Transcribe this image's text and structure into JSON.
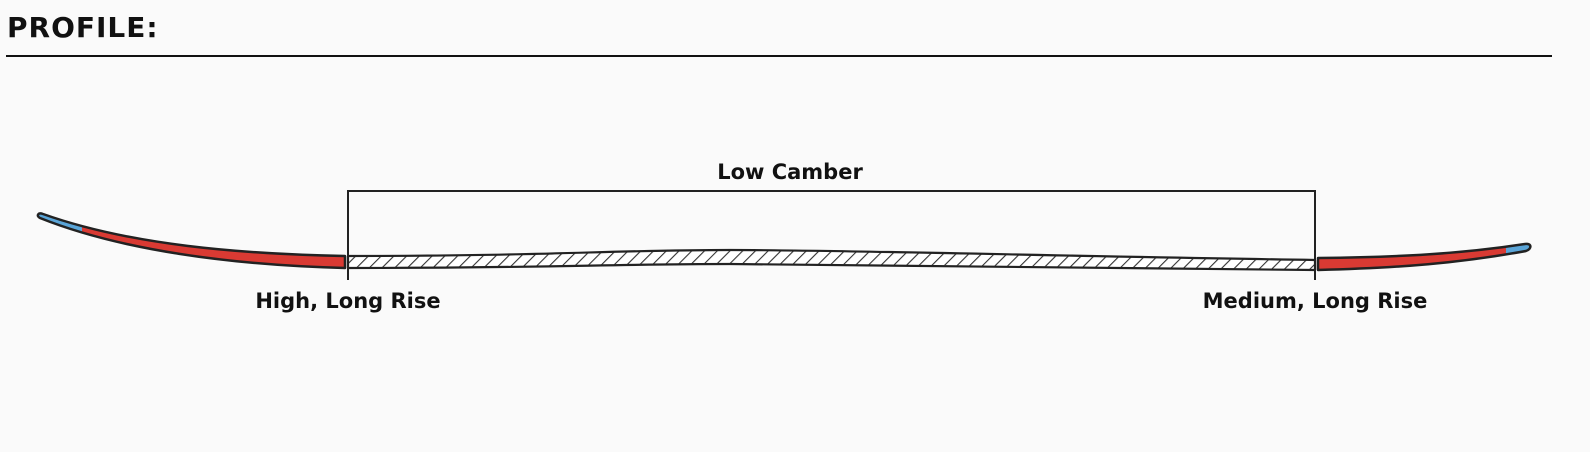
{
  "header": {
    "title": "PROFILE:"
  },
  "profile": {
    "center_zone_label": "Low Camber",
    "tail_label": "High, Long Rise",
    "nose_label": "Medium, Long Rise"
  },
  "colors": {
    "rise_zone": "#d93a33",
    "tip": "#5aa5d8",
    "outline": "#222222",
    "hatch": "#333333"
  }
}
